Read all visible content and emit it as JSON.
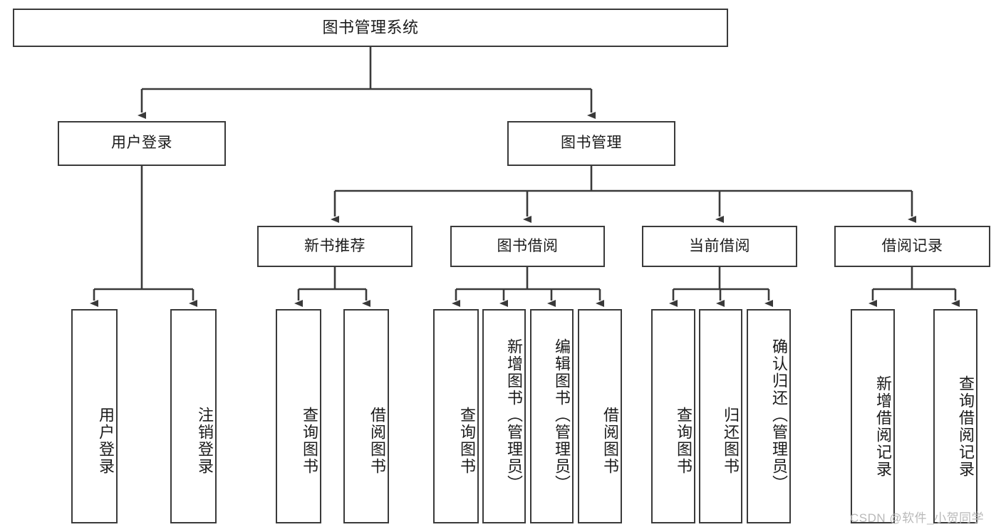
{
  "diagram": {
    "title": "图书管理系统",
    "type": "功能结构图",
    "orientation": "top-down-tree",
    "style": {
      "box_border_color": "#3a3a3a",
      "box_fill_color": "#ffffff",
      "line_color": "#3a3a3a",
      "text_color": "#1b1b1b",
      "background": "#ffffff"
    }
  },
  "nodes": {
    "root": {
      "label": "图书管理系统",
      "level": 1
    },
    "level2": [
      {
        "id": "user-login",
        "label": "用户登录"
      },
      {
        "id": "book-management",
        "label": "图书管理"
      }
    ],
    "level3": [
      {
        "id": "new-book-recommend",
        "label": "新书推荐",
        "parent": "book-management"
      },
      {
        "id": "book-borrow",
        "label": "图书借阅",
        "parent": "book-management"
      },
      {
        "id": "current-borrow",
        "label": "当前借阅",
        "parent": "book-management"
      },
      {
        "id": "borrow-record",
        "label": "借阅记录",
        "parent": "book-management"
      }
    ],
    "leaves": [
      {
        "id": "leaf-user-login",
        "label": "用户登录",
        "parent": "user-login"
      },
      {
        "id": "leaf-logout-login",
        "label": "注销登录",
        "parent": "user-login"
      },
      {
        "id": "leaf-query-book-1",
        "label": "查询图书",
        "parent": "new-book-recommend"
      },
      {
        "id": "leaf-borrow-book-1",
        "label": "借阅图书",
        "parent": "new-book-recommend"
      },
      {
        "id": "leaf-query-book-2",
        "label": "查询图书",
        "parent": "book-borrow"
      },
      {
        "id": "leaf-add-book",
        "label": "新增图书（管理员）",
        "parent": "book-borrow"
      },
      {
        "id": "leaf-edit-book",
        "label": "编辑图书（管理员）",
        "parent": "book-borrow"
      },
      {
        "id": "leaf-borrow-book-2",
        "label": "借阅图书",
        "parent": "book-borrow"
      },
      {
        "id": "leaf-query-book-3",
        "label": "查询图书",
        "parent": "current-borrow"
      },
      {
        "id": "leaf-return-book",
        "label": "归还图书",
        "parent": "current-borrow"
      },
      {
        "id": "leaf-confirm-return",
        "label": "确认归还（管理员）",
        "parent": "current-borrow"
      },
      {
        "id": "leaf-add-record",
        "label": "新增借阅记录",
        "parent": "borrow-record"
      },
      {
        "id": "leaf-query-record",
        "label": "查询借阅记录",
        "parent": "borrow-record"
      }
    ]
  },
  "watermark": {
    "text": "CSDN @软件_小贺同学"
  }
}
